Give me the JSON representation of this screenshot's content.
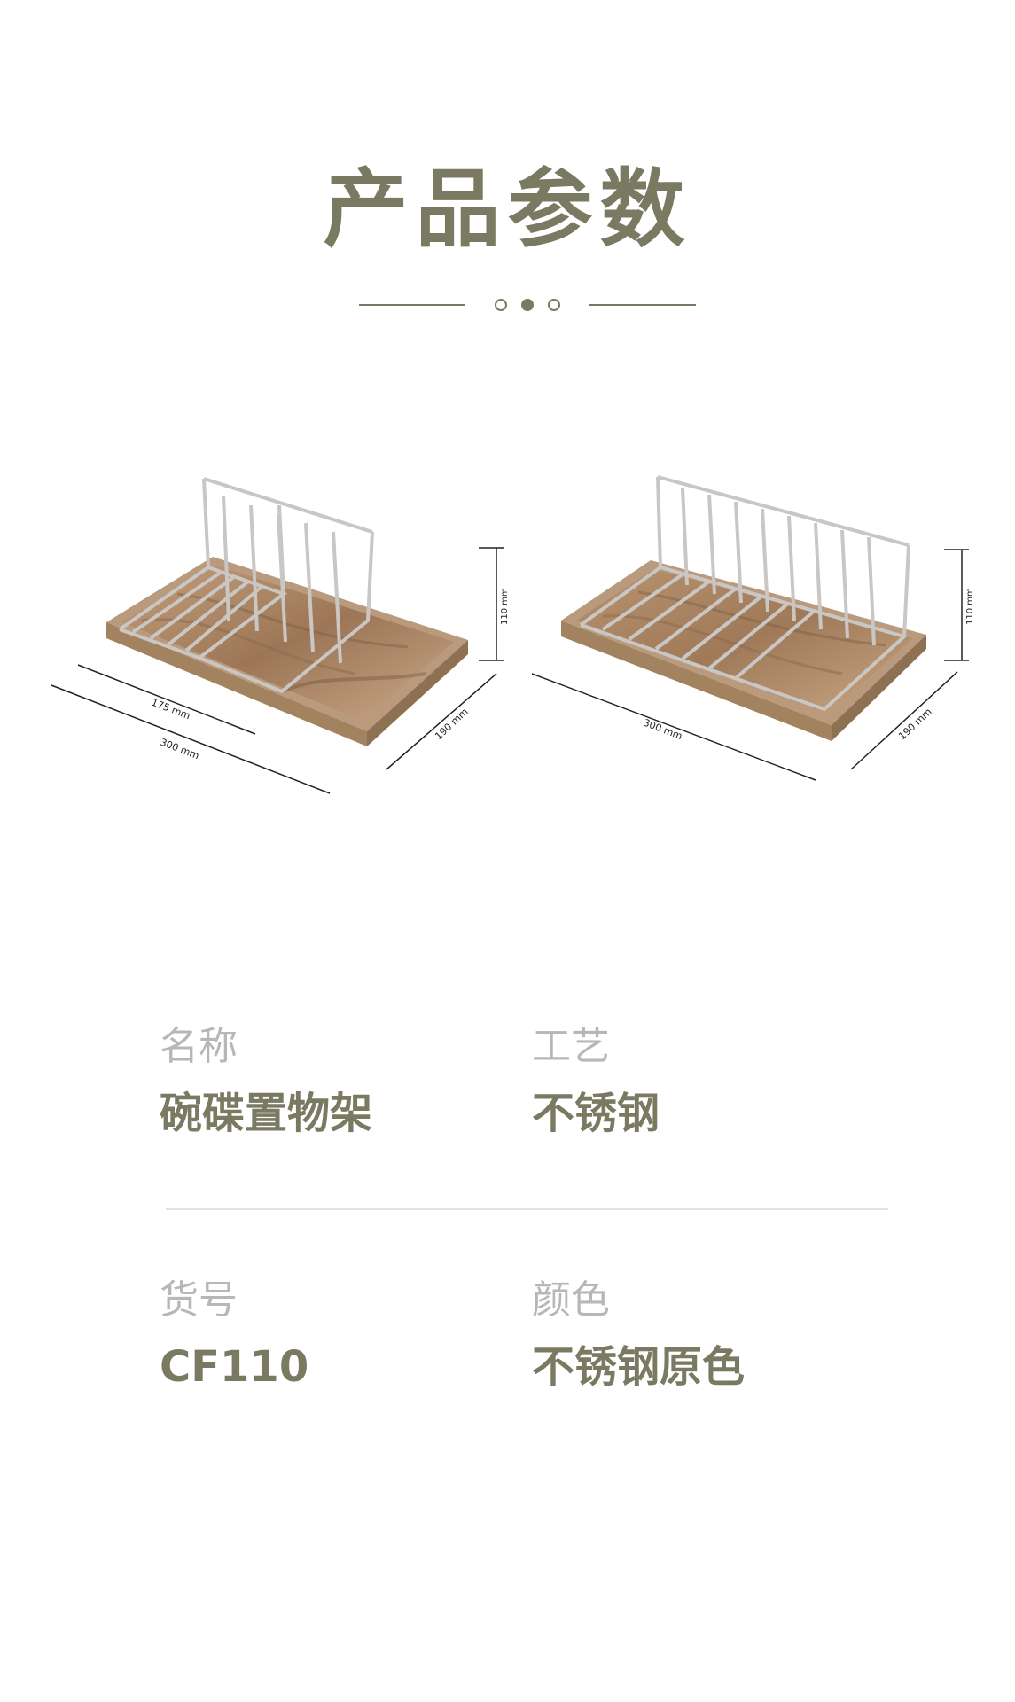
{
  "heading": {
    "title": "产品参数"
  },
  "figure": {
    "dimensions": {
      "a_segment": "175 mm",
      "a_length": "300 mm",
      "a_width": "190 mm",
      "a_height": "110 mm",
      "b_length": "300 mm",
      "b_width": "190 mm",
      "b_height": "110 mm"
    }
  },
  "specs": {
    "name_label": "名称",
    "name_value": "碗碟置物架",
    "craft_label": "工艺",
    "craft_value": "不锈钢",
    "sku_label": "货号",
    "sku_value": "CF110",
    "color_label": "颜色",
    "color_value": "不锈钢原色"
  },
  "colors": {
    "accent": "#7a7a62",
    "label_gray": "#b7b7b7",
    "tray_brown": "#b99a7c",
    "wood": "#b08a66",
    "steel": "#c9c6c4"
  }
}
